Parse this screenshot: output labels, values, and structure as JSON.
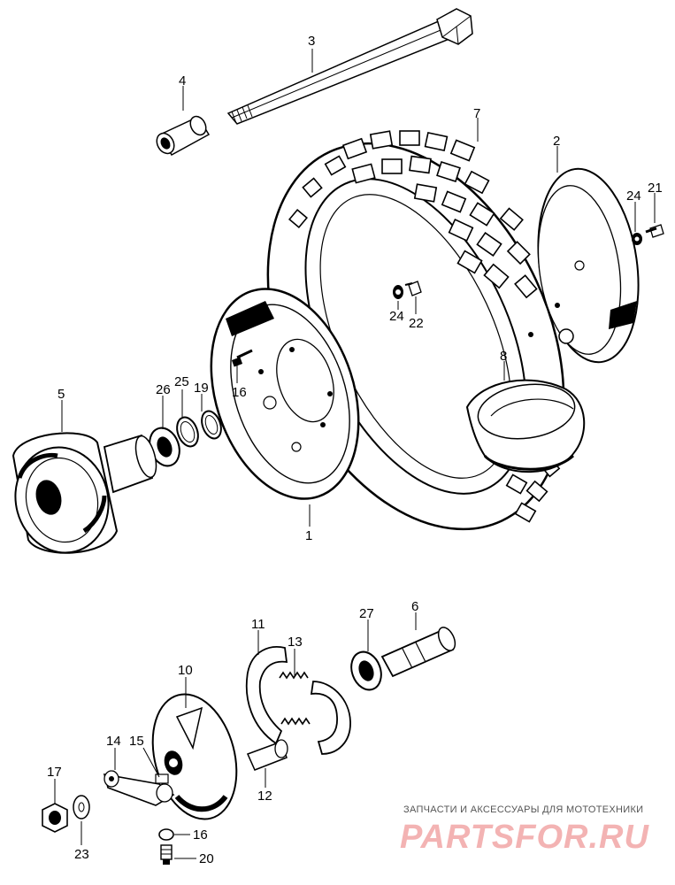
{
  "callouts": {
    "c1": "1",
    "c2": "2",
    "c3": "3",
    "c4": "4",
    "c5": "5",
    "c6": "6",
    "c7": "7",
    "c8": "8",
    "c10": "10",
    "c11": "11",
    "c12": "12",
    "c13": "13",
    "c14": "14",
    "c15": "15",
    "c16a": "16",
    "c16b": "16",
    "c17": "17",
    "c19": "19",
    "c20": "20",
    "c21": "21",
    "c22": "22",
    "c23": "23",
    "c24a": "24",
    "c24b": "24",
    "c25": "25",
    "c26": "26",
    "c27": "27"
  },
  "watermark": {
    "caption": "ЗАПЧАСТИ И АКСЕССУАРЫ ДЛЯ МОТОТЕХНИКИ",
    "logo_text": "PARTSFOR.RU"
  }
}
